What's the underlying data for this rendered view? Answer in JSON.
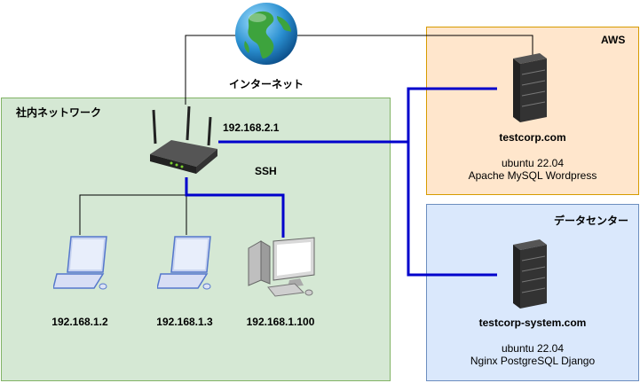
{
  "internet": {
    "label": "インターネット"
  },
  "office": {
    "title": "社内ネットワーク"
  },
  "router": {
    "wan_ip": "192.168.2.1",
    "ssh_label": "SSH"
  },
  "clients": [
    {
      "ip": "192.168.1.2"
    },
    {
      "ip": "192.168.1.3"
    },
    {
      "ip": "192.168.1.100"
    }
  ],
  "aws": {
    "title": "AWS",
    "server_name": "testcorp.com",
    "os": "ubuntu 22.04",
    "stack": "Apache MySQL Wordpress"
  },
  "datacenter": {
    "title": "データセンター",
    "server_name": "testcorp-system.com",
    "os": "ubuntu 22.04",
    "stack": "Nginx PostgreSQL Django"
  },
  "colors": {
    "office_fill": "#d5e8d4",
    "office_border": "#82b366",
    "aws_fill": "#ffe6cc",
    "aws_border": "#d79b00",
    "dc_fill": "#dae8fc",
    "dc_border": "#6c8ebf",
    "link_blue": "#0000cc"
  }
}
